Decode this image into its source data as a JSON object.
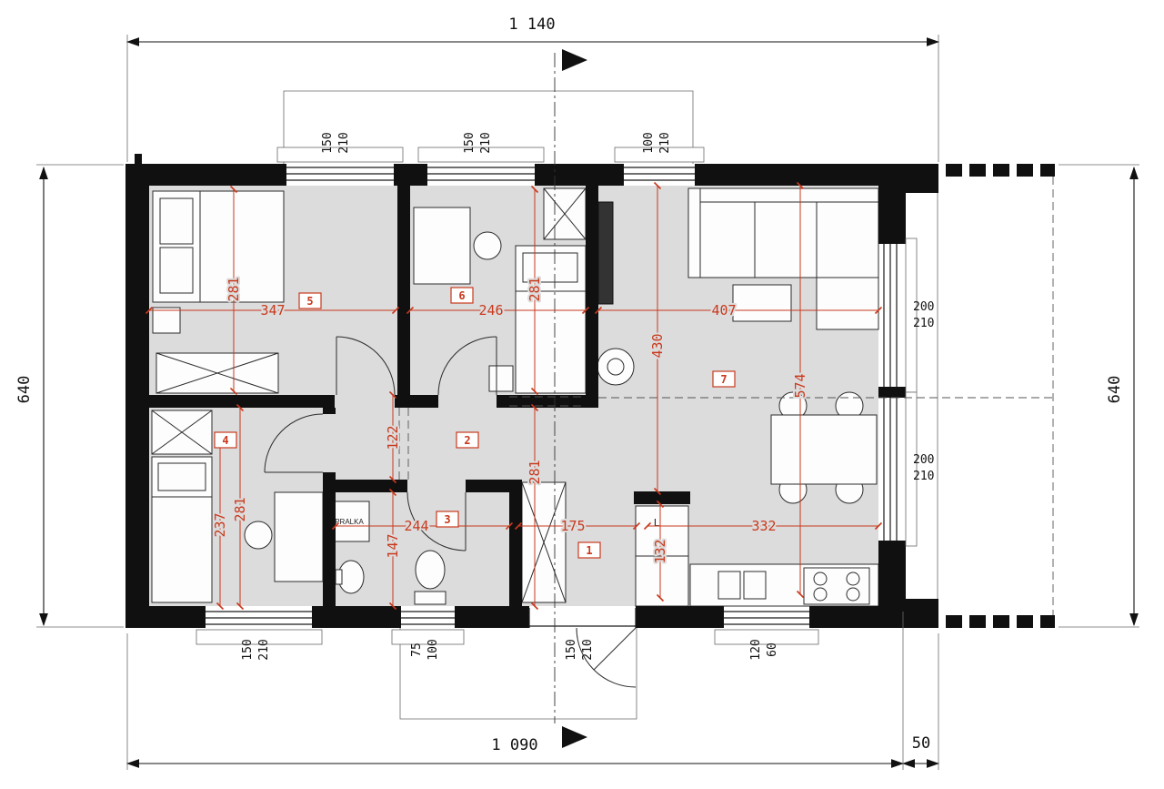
{
  "colors": {
    "wall": "#101010",
    "floor": "#dcdcdc",
    "dimension_red": "#c8391d",
    "background": "#ffffff"
  },
  "dims": {
    "total_width": "1 140",
    "height_left": "640",
    "height_right": "640",
    "bottom_width": "1 090",
    "terrace": "50"
  },
  "win": {
    "t1w": "150",
    "t1h": "210",
    "t2w": "150",
    "t2h": "210",
    "t3w": "100",
    "t3h": "210",
    "r1w": "200",
    "r1h": "210",
    "r2w": "200",
    "r2h": "210",
    "b1w": "150",
    "b1h": "210",
    "b2w": "75",
    "b2h": "100",
    "b3w": "150",
    "b3h": "210",
    "b4w": "120",
    "b4h": "60"
  },
  "room": {
    "r5": {
      "w": "347",
      "h": "281"
    },
    "r6": {
      "w": "246",
      "h": "281"
    },
    "r7": {
      "w": "407",
      "h1": "430",
      "h2": "574"
    },
    "r4": {
      "h1": "237",
      "h2": "281"
    },
    "hall": {
      "h": "122"
    },
    "corridor": {
      "h": "281"
    },
    "bath": {
      "w": "244",
      "h": "147"
    },
    "r1": {
      "w1": "175",
      "w2": "332",
      "h": "132"
    }
  },
  "num": {
    "r1": "1",
    "r2": "2",
    "r3": "3",
    "r4": "4",
    "r5": "5",
    "r6": "6",
    "r7": "7"
  },
  "labels": {
    "washer": "PRALKA",
    "fridge": "L"
  }
}
